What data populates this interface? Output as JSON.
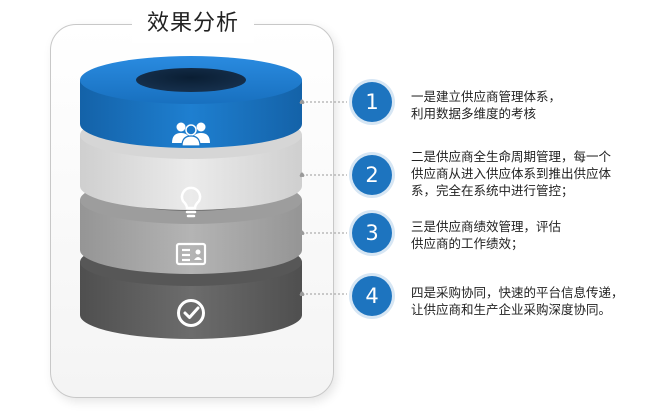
{
  "title": "效果分析",
  "colors": {
    "accent": "#1d74bf",
    "layer_1": "#1b78c8",
    "layer_2": "#e3e3e3",
    "layer_3": "#a8a8a8",
    "layer_4": "#626262"
  },
  "layers": [
    {
      "icon": "team-icon"
    },
    {
      "icon": "lightbulb-icon"
    },
    {
      "icon": "id-card-icon"
    },
    {
      "icon": "check-circle-icon"
    }
  ],
  "items": [
    {
      "number": "1",
      "lines": [
        "一是建立供应商管理体系，",
        "利用数据多维度的考核"
      ]
    },
    {
      "number": "2",
      "lines": [
        "二是供应商全生命周期管理，每一个",
        "供应商从进入供应体系到推出供应体",
        "系，完全在系统中进行管控；"
      ]
    },
    {
      "number": "3",
      "lines": [
        "三是供应商绩效管理，评估",
        "供应商的工作绩效；"
      ]
    },
    {
      "number": "4",
      "lines": [
        "四是采购协同，快速的平台信息传递，",
        "让供应商和生产企业采购深度协同。"
      ]
    }
  ]
}
